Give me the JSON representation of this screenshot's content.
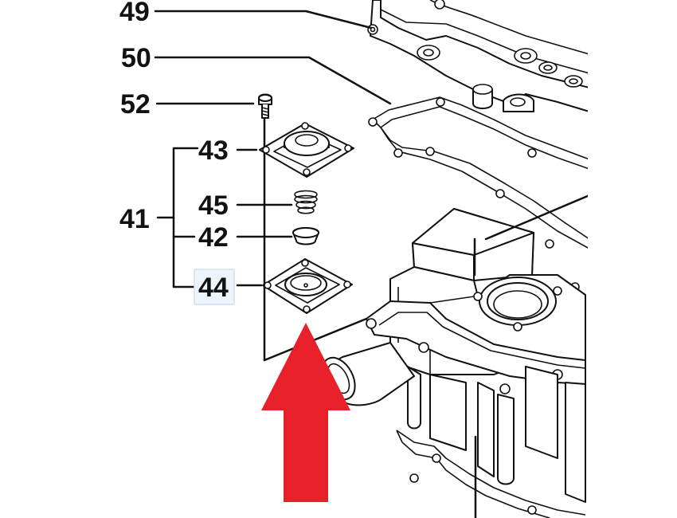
{
  "callouts": {
    "c49": "49",
    "c50": "50",
    "c52": "52",
    "c43": "43",
    "c41": "41",
    "c45": "45",
    "c42": "42",
    "c44": "44"
  },
  "colors": {
    "line": "#111111",
    "arrow": "#e8202a",
    "highlight": "#eef4fb"
  },
  "icons": {
    "pointer": "up-arrow-icon"
  }
}
